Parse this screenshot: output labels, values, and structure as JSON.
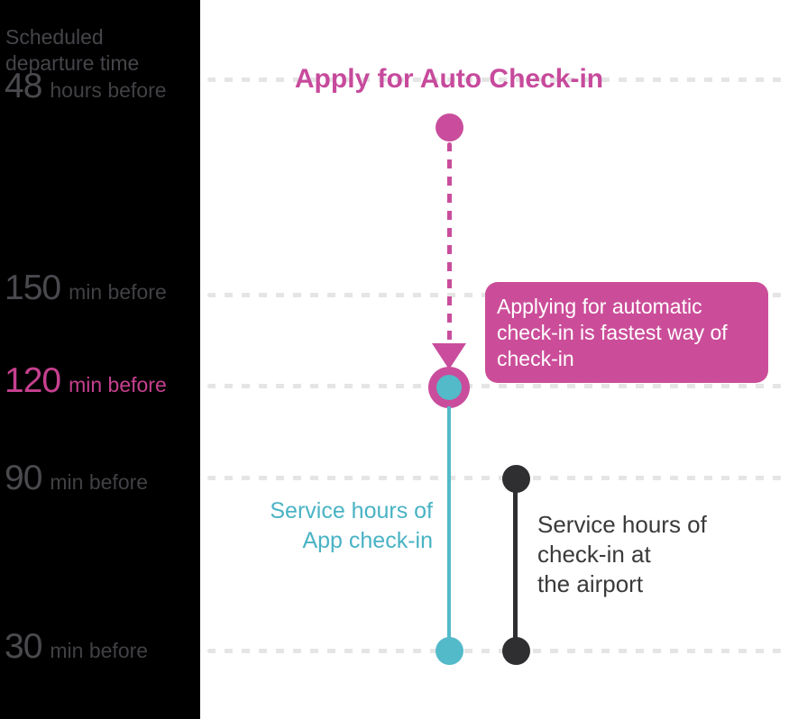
{
  "diagram": {
    "title": "Apply for Auto Check-in",
    "axis": {
      "header_lines": [
        "Scheduled",
        "departure time"
      ],
      "ticks": [
        {
          "value": "48",
          "unit": "hours before",
          "highlight": false
        },
        {
          "value": "150",
          "unit": "min before",
          "highlight": false
        },
        {
          "value": "120",
          "unit": "min before",
          "highlight": true
        },
        {
          "value": "90",
          "unit": "min before",
          "highlight": false
        },
        {
          "value": "30",
          "unit": "min before",
          "highlight": false
        }
      ]
    },
    "tooltip": {
      "text": "Applying for automatic check-in is fastest way of check-in",
      "lines": [
        "Applying for automatic",
        "check-in is fastest way of",
        "check-in"
      ]
    },
    "series": [
      {
        "name": "Auto check-in application",
        "style": "dashed-arrow",
        "from": "48 hours before",
        "to": "120 min before",
        "color": "#c94d9c"
      },
      {
        "name": "App check-in service hours",
        "label_lines": [
          "Service hours of",
          "App check-in"
        ],
        "from": "120 min before",
        "to": "30 min before",
        "color": "#53bac9"
      },
      {
        "name": "Airport check-in service hours",
        "label_lines": [
          "Service hours of",
          "check-in at",
          "the airport"
        ],
        "from": "90 min before",
        "to": "30 min before",
        "color": "#2f2f31"
      }
    ],
    "colors": {
      "pink": "#c94d9c",
      "pink_text": "#c74a9c",
      "pink_highlight": "#c6408f",
      "teal": "#53bac9",
      "teal_text": "#49b3c4",
      "dark": "#2f2f31",
      "dark_text": "#3a3a3c",
      "gridline": "#e5e5e5",
      "axis_background": "#000000",
      "axis_text": "#4a4a4e",
      "tooltip_background": "#cb4d99",
      "tooltip_text": "#ffffff"
    }
  }
}
